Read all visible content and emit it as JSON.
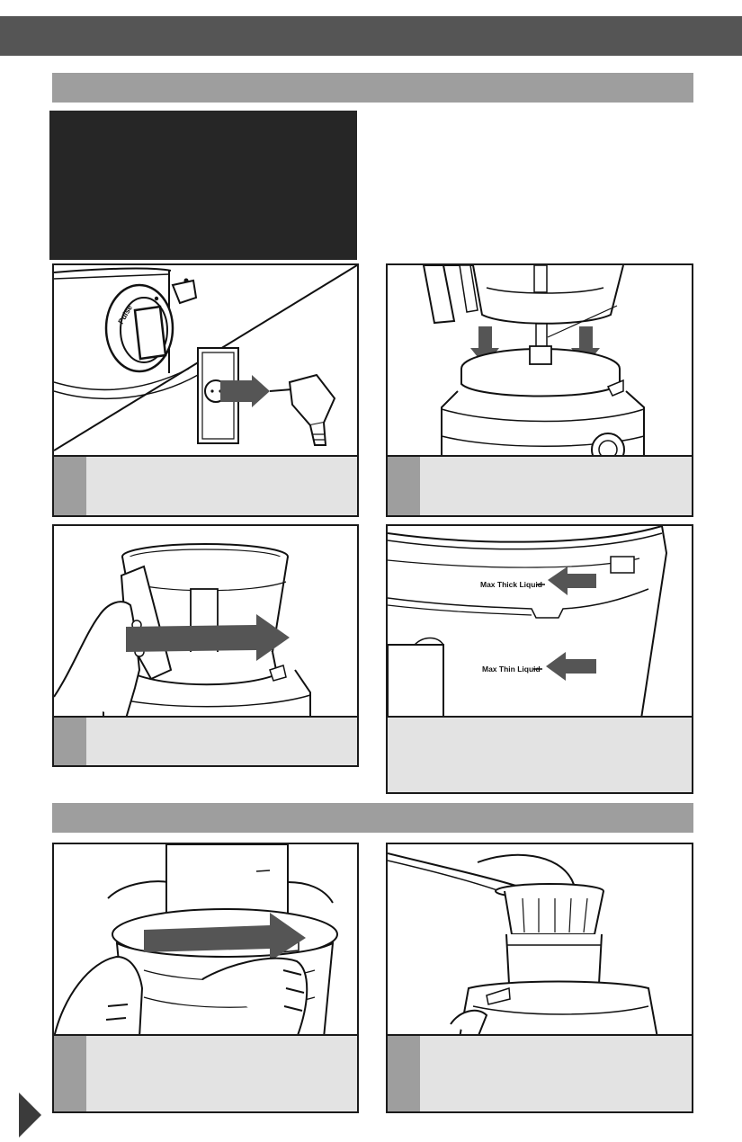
{
  "figure_labels": {
    "max_thick_liquid": "Max Thick Liquid",
    "max_thin_liquid": "Max Thin Liquid",
    "pulse_dial": "Pulse"
  }
}
